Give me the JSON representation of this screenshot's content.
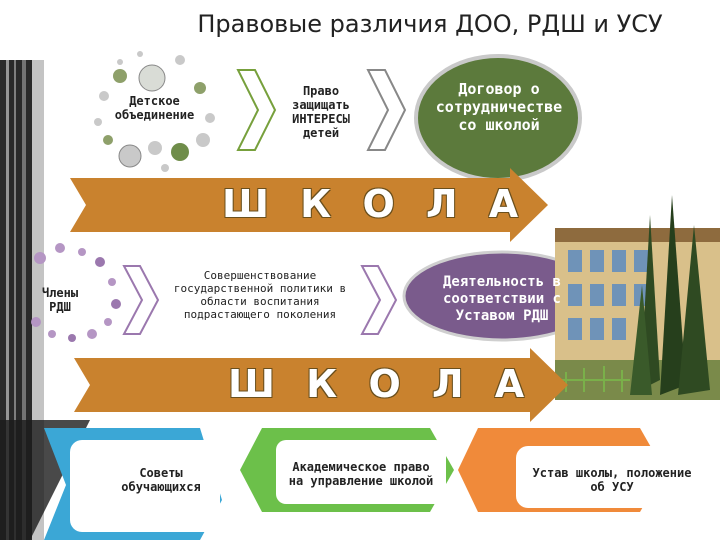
{
  "title": "Правовые различия ДОО, РДШ и УСУ",
  "row1": {
    "circle_label": "Детское объединение",
    "middle_text": "Право защищать ИНТЕРЕСЫ детей",
    "badge_text": "Договор о сотрудничестве со школой",
    "badge_color": "#5c7a3c"
  },
  "banner1": {
    "text": "Ш К О Л А",
    "color": "#c9822e"
  },
  "row2": {
    "circle_label": "Члены РДШ",
    "middle_text": "Совершенствование государственной политики в области воспитания подрастающего поколения",
    "badge_text": "Деятельность в соответствии с Уставом РДШ",
    "badge_color": "#7a5b8c"
  },
  "banner2": {
    "text": "Ш К О Л А",
    "color": "#c9822e"
  },
  "row3": {
    "left_text": "Советы обучающихся",
    "left_color": "#3ba7d6",
    "middle_text": "Академическое право на управление школой",
    "middle_color": "#6cc04a",
    "right_text": "Устав школы, положение об УСУ",
    "right_color": "#f08a3a"
  }
}
